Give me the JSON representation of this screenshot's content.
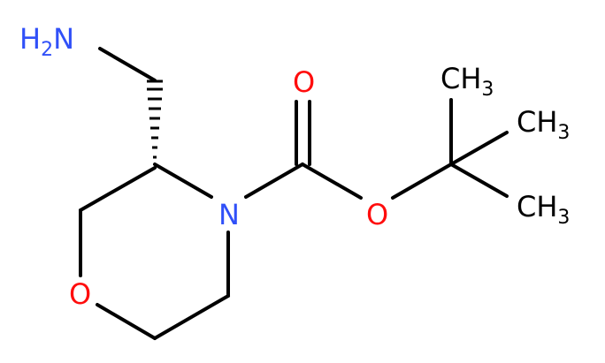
{
  "colors": {
    "bond": "#000000",
    "nitrogen": "#3050F8",
    "oxygen": "#FF0D0D",
    "carbon": "#000000"
  },
  "labels": {
    "amine": {
      "main": "H",
      "sub": "2",
      "tail": "N"
    },
    "ring_n": "N",
    "ring_o": "O",
    "carbonyl_o": "O",
    "ester_o": "O",
    "methyl_top": {
      "main": "CH",
      "sub": "3"
    },
    "methyl_mid": {
      "main": "CH",
      "sub": "3"
    },
    "methyl_bot": {
      "main": "CH",
      "sub": "3"
    }
  }
}
